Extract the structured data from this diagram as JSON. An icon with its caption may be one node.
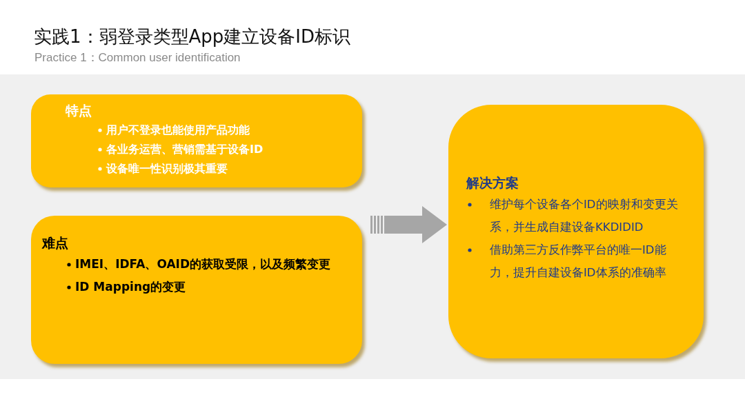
{
  "diagram": {
    "title": "实践1：弱登录类型App建立设备ID标识",
    "nodes": [
      {
        "text": [
          "特点",
          "用户不登录也能使用产品功能",
          "各业务运营、营销需基于设备ID",
          "设备唯一性识别极其重要"
        ]
      },
      {
        "text": [
          "难点",
          "IMEI、IDFA、OAID的获取受限，以及频繁变更",
          "ID Mapping的变更"
        ]
      },
      {
        "text": [
          "解决方案",
          "维护每个设备各个ID的映射和变更关系，并生成自建设备KKDIDID",
          "借助第三方反作弊平台的唯一ID能力，提升自建设备ID体系的准确率"
        ]
      }
    ],
    "edges": [
      {
        "from": 1,
        "to": 2,
        "arrow": "to"
      }
    ],
    "labels": [
      "Practice 1：Common user identification"
    ]
  }
}
